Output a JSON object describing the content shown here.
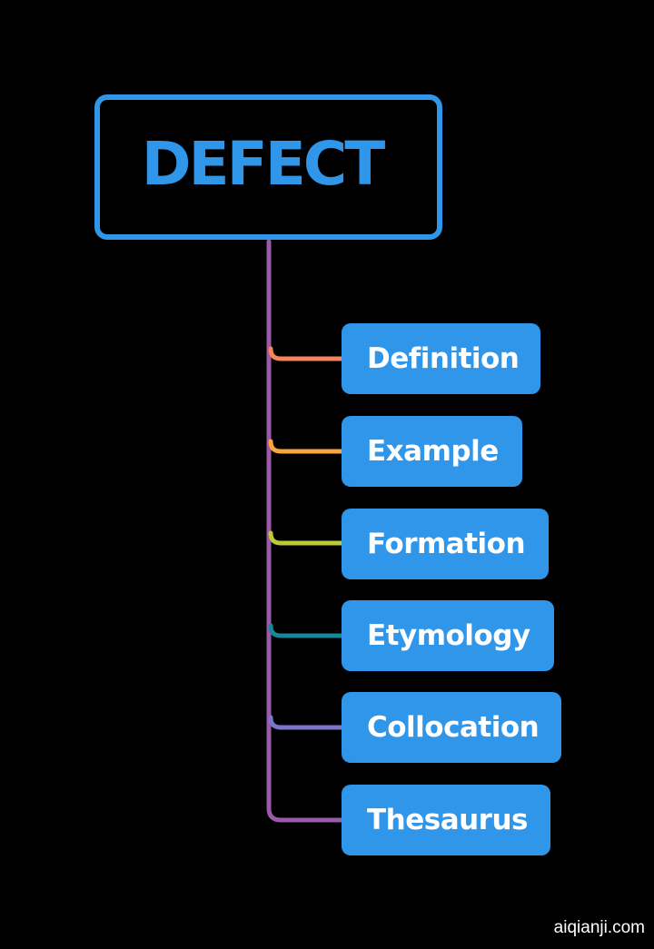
{
  "diagram": {
    "root": {
      "label": "DEFECT"
    },
    "children": [
      {
        "label": "Definition",
        "connector_color": "#f5855b"
      },
      {
        "label": "Example",
        "connector_color": "#f7a540"
      },
      {
        "label": "Formation",
        "connector_color": "#bccb33"
      },
      {
        "label": "Etymology",
        "connector_color": "#17889b"
      },
      {
        "label": "Collocation",
        "connector_color": "#7b76cc"
      },
      {
        "label": "Thesaurus",
        "connector_color": "#9a5aa8"
      }
    ],
    "trunk_color": "#9a5aa8",
    "accent_color": "#2f96ea"
  },
  "watermark": "aiqianji.com"
}
